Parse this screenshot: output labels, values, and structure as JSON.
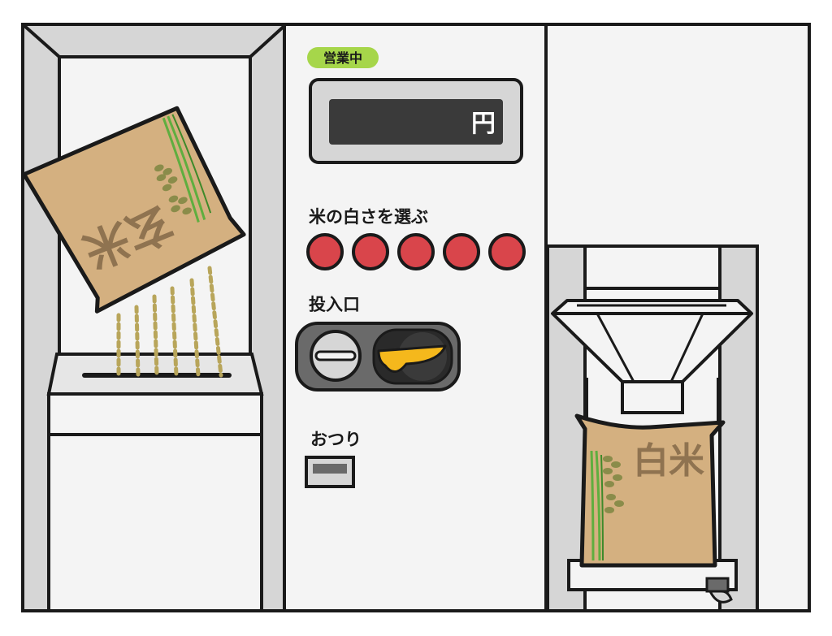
{
  "machine": {
    "status_badge": "営業中",
    "price_display": {
      "value": "",
      "unit": "円"
    },
    "whiteness_label": "米の白さを選ぶ",
    "whiteness_buttons": [
      {
        "name": "whiteness-button-1"
      },
      {
        "name": "whiteness-button-2"
      },
      {
        "name": "whiteness-button-3"
      },
      {
        "name": "whiteness-button-4"
      },
      {
        "name": "whiteness-button-5"
      }
    ],
    "coin_slot_label": "投入口",
    "change_label": "おつり"
  },
  "bags": {
    "input_bag_label": "玄米",
    "output_bag_label": "白米"
  },
  "colors": {
    "outline": "#1a1a1a",
    "panel": "#f4f4f4",
    "wall": "#d6d6d6",
    "badge_green": "#a6d64a",
    "display_dark": "#3a3a3a",
    "button_red": "#d9454b",
    "bag_kraft": "#d4b080",
    "bag_text": "#8f7350",
    "rice_grain": "#b8a55a",
    "bill_yellow": "#f5b81c",
    "plant_green": "#5fae3f"
  },
  "icons": {
    "coin_slot": "coin-slot-icon",
    "bill_slot": "bill-slot-icon",
    "change_tray": "change-tray-icon",
    "funnel": "hopper-funnel-icon",
    "rice_plant": "rice-plant-icon"
  }
}
